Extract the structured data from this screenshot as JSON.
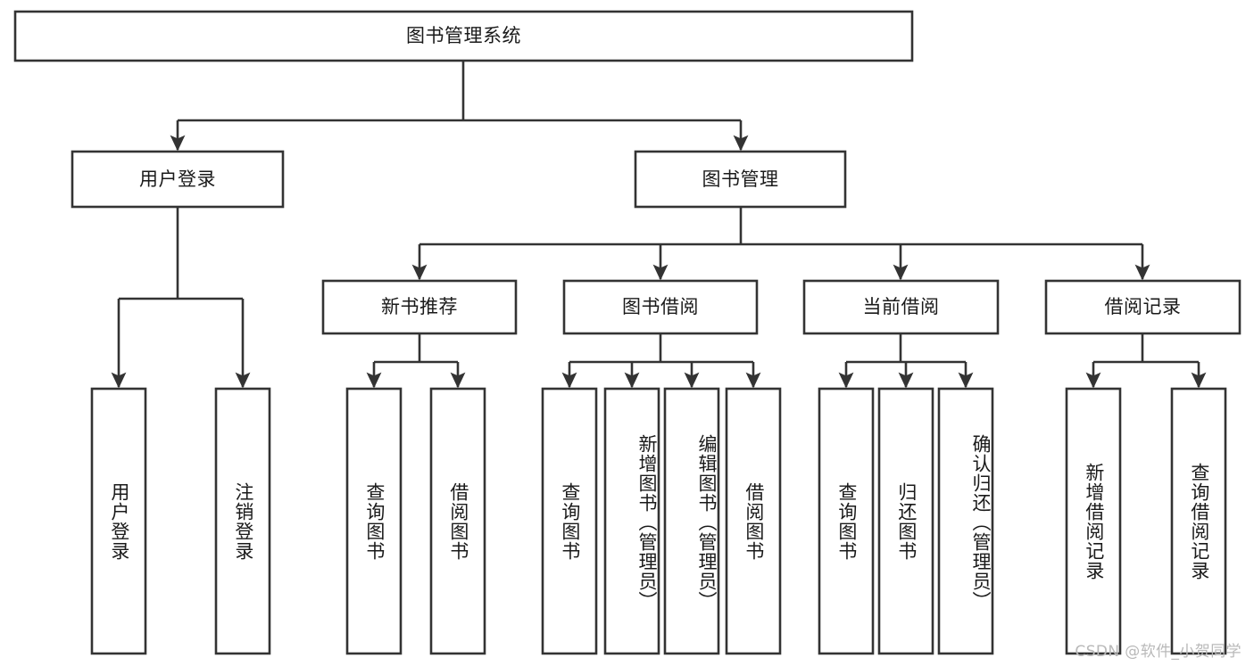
{
  "diagram": {
    "title": "图书管理系统",
    "watermark": "CSDN @软件_小贺同学",
    "orientation": "top-down",
    "theme": {
      "background": "#ffffff",
      "box_fill": "#ffffff",
      "box_stroke": "#333333",
      "text_color": "#1a1a1a",
      "watermark_color": "#b9b9b9"
    }
  },
  "nodes": {
    "root": {
      "label": "图书管理系统",
      "level": 1,
      "orientation": "horizontal"
    },
    "l2": [
      {
        "id": "user-login",
        "label": "用户登录",
        "orientation": "horizontal"
      },
      {
        "id": "book-manage",
        "label": "图书管理",
        "orientation": "horizontal"
      }
    ],
    "l3": [
      {
        "id": "new-book-recommend",
        "label": "新书推荐",
        "orientation": "horizontal"
      },
      {
        "id": "book-borrow",
        "label": "图书借阅",
        "orientation": "horizontal"
      },
      {
        "id": "current-borrow",
        "label": "当前借阅",
        "orientation": "horizontal"
      },
      {
        "id": "borrow-record",
        "label": "借阅记录",
        "orientation": "horizontal"
      }
    ],
    "leaves": [
      {
        "id": "leaf-user-login",
        "label": "用户登录",
        "parent": "user-login",
        "orientation": "vertical"
      },
      {
        "id": "leaf-logout",
        "label": "注销登录",
        "parent": "user-login",
        "orientation": "vertical"
      },
      {
        "id": "leaf-query-book-1",
        "label": "查询图书",
        "parent": "new-book-recommend",
        "orientation": "vertical"
      },
      {
        "id": "leaf-borrow-book-1",
        "label": "借阅图书",
        "parent": "new-book-recommend",
        "orientation": "vertical"
      },
      {
        "id": "leaf-query-book-2",
        "label": "查询图书",
        "parent": "book-borrow",
        "orientation": "vertical"
      },
      {
        "id": "leaf-add-book",
        "label": "新增图书（管理员）",
        "parent": "book-borrow",
        "orientation": "vertical"
      },
      {
        "id": "leaf-edit-book",
        "label": "编辑图书（管理员）",
        "parent": "book-borrow",
        "orientation": "vertical"
      },
      {
        "id": "leaf-borrow-book-2",
        "label": "借阅图书",
        "parent": "book-borrow",
        "orientation": "vertical"
      },
      {
        "id": "leaf-query-book-3",
        "label": "查询图书",
        "parent": "current-borrow",
        "orientation": "vertical"
      },
      {
        "id": "leaf-return-book",
        "label": "归还图书",
        "parent": "current-borrow",
        "orientation": "vertical"
      },
      {
        "id": "leaf-confirm-return",
        "label": "确认归还（管理员）",
        "parent": "current-borrow",
        "orientation": "vertical"
      },
      {
        "id": "leaf-add-record",
        "label": "新增借阅记录",
        "parent": "borrow-record",
        "orientation": "vertical"
      },
      {
        "id": "leaf-query-record",
        "label": "查询借阅记录",
        "parent": "borrow-record",
        "orientation": "vertical"
      }
    ]
  }
}
